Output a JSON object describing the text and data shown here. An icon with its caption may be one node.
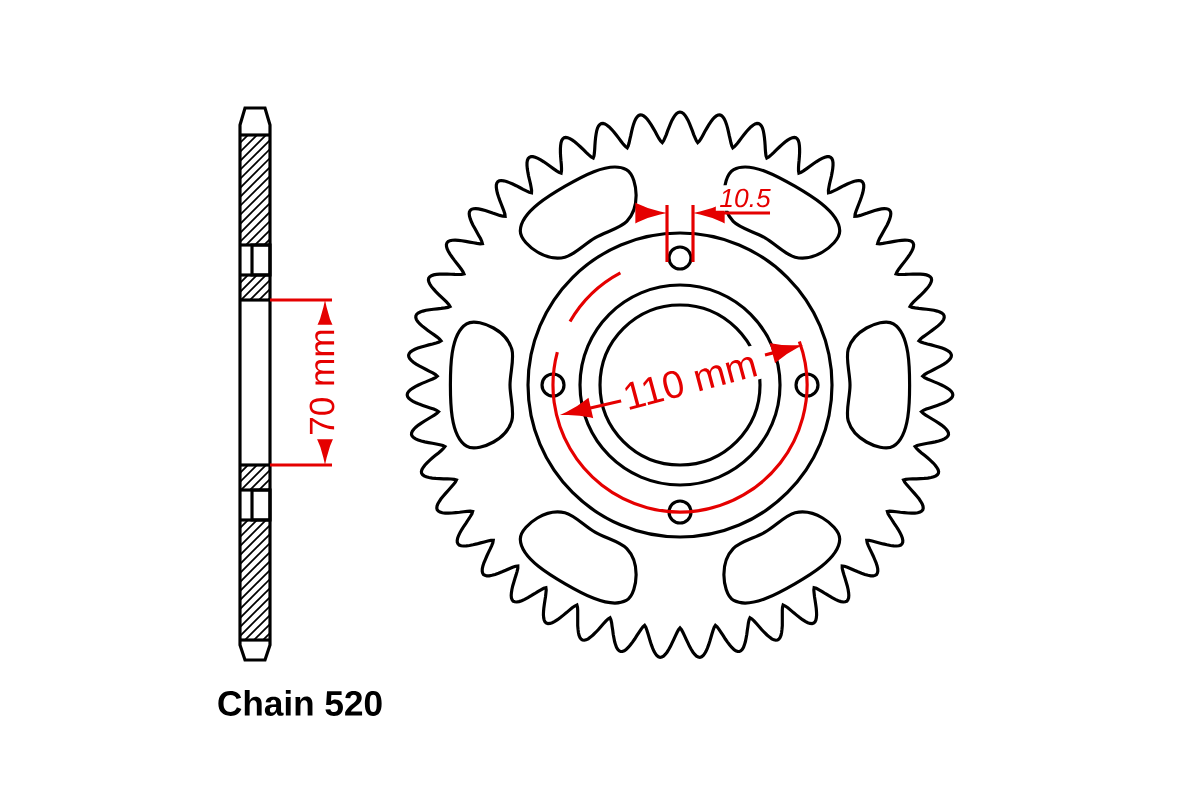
{
  "diagram": {
    "labels": [
      "10.5",
      "70 mm",
      "110 mm",
      "Chain 520"
    ]
  }
}
